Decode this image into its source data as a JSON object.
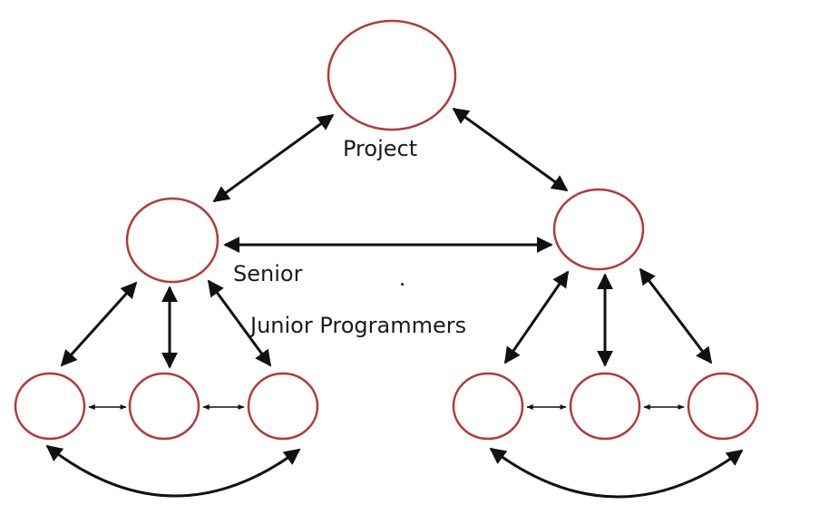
{
  "labels": {
    "project": "Project",
    "senior": "Senior",
    "junior": "Junior Programmers"
  },
  "colors": {
    "node_stroke": "#b23a3a",
    "arrow": "#111111",
    "text": "#1a1a1a",
    "background": "#ffffff"
  }
}
